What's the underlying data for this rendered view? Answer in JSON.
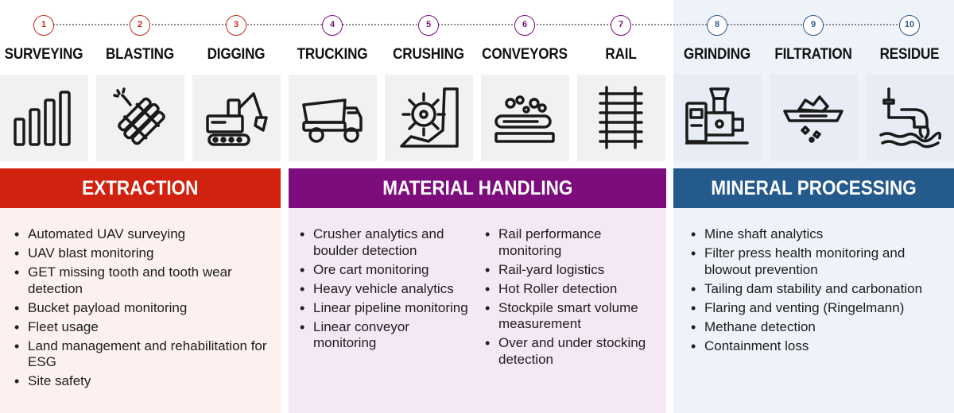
{
  "steps": [
    {
      "num": "1",
      "label": "SURVEYING",
      "icon": "bar-chart-icon"
    },
    {
      "num": "2",
      "label": "BLASTING",
      "icon": "dynamite-icon"
    },
    {
      "num": "3",
      "label": "DIGGING",
      "icon": "excavator-icon"
    },
    {
      "num": "4",
      "label": "TRUCKING",
      "icon": "dump-truck-icon"
    },
    {
      "num": "5",
      "label": "CRUSHING",
      "icon": "crusher-icon"
    },
    {
      "num": "6",
      "label": "CONVEYORS",
      "icon": "conveyor-icon"
    },
    {
      "num": "7",
      "label": "RAIL",
      "icon": "rail-track-icon"
    },
    {
      "num": "8",
      "label": "GRINDING",
      "icon": "grinding-machine-icon"
    },
    {
      "num": "9",
      "label": "FILTRATION",
      "icon": "filter-icon"
    },
    {
      "num": "10",
      "label": "RESIDUE",
      "icon": "residue-pipe-icon"
    }
  ],
  "colors": {
    "extraction": "#d12210",
    "material_handling": "#7d0d7d",
    "mineral_processing": "#245a8c"
  },
  "sections": {
    "extraction": {
      "title": "EXTRACTION",
      "items": [
        "Automated UAV surveying",
        "UAV blast monitoring",
        "GET missing tooth and tooth wear detection",
        "Bucket payload monitoring",
        "Fleet usage",
        "Land management and rehabilitation for ESG",
        "Site safety"
      ]
    },
    "material_handling": {
      "title": "MATERIAL HANDLING",
      "items_left": [
        "Crusher analytics and boulder detection",
        "Ore cart monitoring",
        "Heavy vehicle analytics",
        "Linear pipeline monitoring",
        "Linear conveyor monitoring"
      ],
      "items_right": [
        "Rail performance monitoring",
        "Rail-yard logistics",
        "Hot Roller detection",
        "Stockpile smart volume measurement",
        "Over and under stocking detection"
      ]
    },
    "mineral_processing": {
      "title": "MINERAL PROCESSING",
      "items": [
        "Mine shaft analytics",
        "Filter press health monitoring and blowout prevention",
        "Tailing dam stability and carbonation",
        "Flaring and venting (Ringelmann)",
        "Methane detection",
        "Containment loss"
      ]
    }
  }
}
